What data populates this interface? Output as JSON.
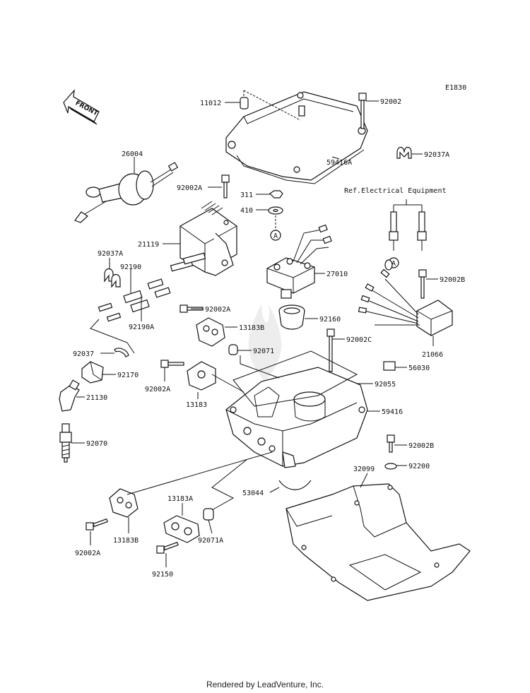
{
  "diagram_code": "E1830",
  "front_label": "FRONT",
  "ref_note": "Ref.Electrical Equipment",
  "circle_marker": "A",
  "footer": "Rendered by LeadVenture, Inc.",
  "parts": {
    "p11012": "11012",
    "p92002": "92002",
    "p59416A": "59416A",
    "p92037A_r": "92037A",
    "p26004": "26004",
    "p92002A_t": "92002A",
    "p311": "311",
    "p410": "410",
    "p21119": "21119",
    "p27010": "27010",
    "p92037A_l": "92037A",
    "p92190": "92190",
    "p92190A": "92190A",
    "p92002B_t": "92002B",
    "p92002A_m": "92002A",
    "p13183B_m": "13183B",
    "p92160": "92160",
    "p21066": "21066",
    "p92037": "92037",
    "p92071": "92071",
    "p92002C": "92002C",
    "p56030": "56030",
    "p92170": "92170",
    "p92002A_l": "92002A",
    "p13183": "13183",
    "p92055": "92055",
    "p21130": "21130",
    "p59416": "59416",
    "p92070": "92070",
    "p92002B_b": "92002B",
    "p32099": "32099",
    "p92200": "92200",
    "p53044": "53044",
    "p13183A": "13183A",
    "p13183B_b": "13183B",
    "p92071A": "92071A",
    "p92002A_b": "92002A",
    "p92150": "92150"
  }
}
